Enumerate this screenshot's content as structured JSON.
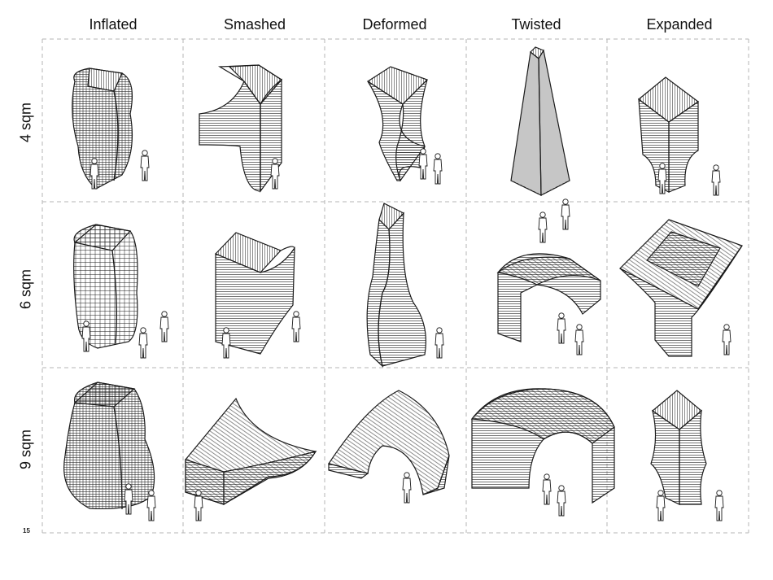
{
  "columns": [
    "Inflated",
    "Smashed",
    "Deformed",
    "Twisted",
    "Expanded"
  ],
  "rows": [
    "4 sqm",
    "6 sqm",
    "9 sqm"
  ],
  "page_number": "15",
  "colors": {
    "line": "#1a1a1a",
    "grid": "#b5b5b5"
  }
}
